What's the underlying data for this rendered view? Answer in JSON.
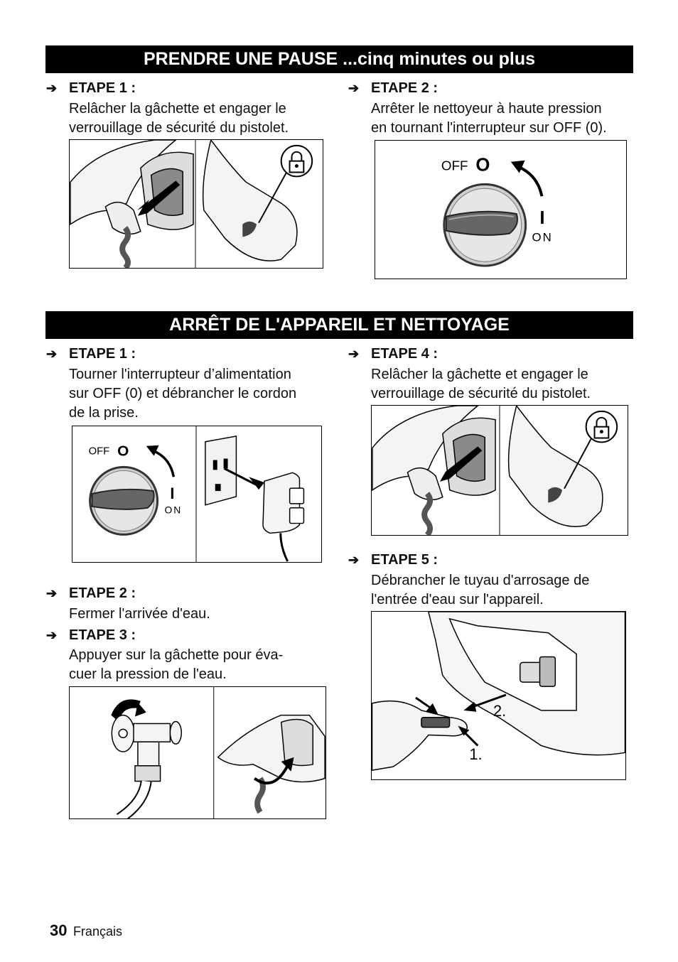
{
  "sections": {
    "pause": {
      "title": "PRENDRE UNE PAUSE ...cinq minutes ou plus"
    },
    "arret": {
      "title": "ARRÊT DE L'APPAREIL ET NETTOYAGE"
    }
  },
  "steps": {
    "pause_1": {
      "label": "ETAPE 1 :",
      "line1": "Relâcher la gâchette et engager le",
      "line2": "verrouillage de sécurité du pistolet."
    },
    "pause_2": {
      "label": "ETAPE 2 :",
      "line1": "Arrêter le nettoyeur à haute pression",
      "line2": "en tournant l'interrupteur sur OFF (0)."
    },
    "arret_1": {
      "label": "ETAPE 1 :",
      "line1": "Tourner l'interrupteur d’alimentation",
      "line2": "sur OFF (0) et débrancher le cordon",
      "line3": "de la prise."
    },
    "arret_2": {
      "label": "ETAPE 2 :",
      "line1": "Fermer l'arrivée d'eau."
    },
    "arret_3": {
      "label": "ETAPE 3 :",
      "line1": "Appuyer sur la gâchette pour éva-",
      "line2": "cuer la pression de l'eau."
    },
    "arret_4": {
      "label": "ETAPE 4 :",
      "line1": "Relâcher la gâchette et engager le",
      "line2": "verrouillage de sécurité du pistolet."
    },
    "arret_5": {
      "label": "ETAPE 5 :",
      "line1": "Débrancher le tuyau d'arrosage de",
      "line2": "l'entrée d'eau sur l'appareil."
    }
  },
  "switch": {
    "off": "OFF",
    "off_symbol": "O",
    "on": "ON",
    "on_symbol": "I"
  },
  "callouts": {
    "one": "1.",
    "two": "2."
  },
  "arrow_glyph": "➔",
  "footer": {
    "page_number": "30",
    "language": "Français"
  }
}
